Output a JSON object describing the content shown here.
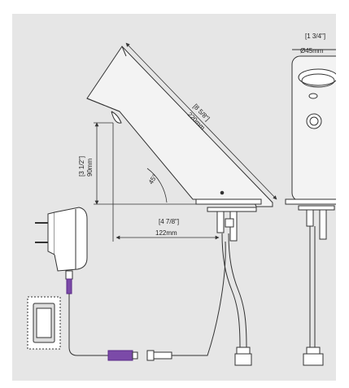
{
  "dimensions": {
    "spout_length_in": "[8 5/8\"]",
    "spout_length_mm": "220mm",
    "height_in": "[3 1/2\"]",
    "height_mm": "90mm",
    "angle": "45°",
    "reach_in": "[4 7/8\"]",
    "reach_mm": "122mm",
    "body_diameter_in": "[1 3/4\"]",
    "body_diameter_mm": "Ø45mm"
  },
  "icons": [
    "power-adapter-icon",
    "wall-switch-icon",
    "connector-icon",
    "faucet-side-view",
    "faucet-front-view"
  ],
  "colors": {
    "background": "#e6e6e6",
    "line": "#333333",
    "cable_connector": "#7b4aa8"
  }
}
